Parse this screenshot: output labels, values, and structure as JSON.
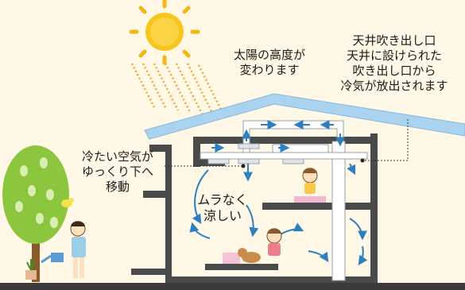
{
  "sun_caption": [
    "太陽の高度が",
    "変わります"
  ],
  "vent_caption": [
    "天井吹き出し口",
    "天井に設けられた",
    "吹き出し口から",
    "冷気が放出されます"
  ],
  "cold_air_caption": [
    "冷たい空気が",
    "ゆっくり下へ",
    "移動"
  ],
  "room_caption": [
    "ムラなく",
    "涼しい"
  ],
  "colors": {
    "background": "#fff8e6",
    "roof": "#a9d3ef",
    "wall": "#4a4a4a",
    "duct": "#ffffff",
    "airflow_arrow": "#2d7fc1",
    "sun": "#f6b516",
    "sun_rays": "#f0a830",
    "tree": "#8cc63f"
  },
  "icons": [
    "sun-icon",
    "tree-icon",
    "bird-icon",
    "watering-can-icon",
    "dog-icon"
  ]
}
